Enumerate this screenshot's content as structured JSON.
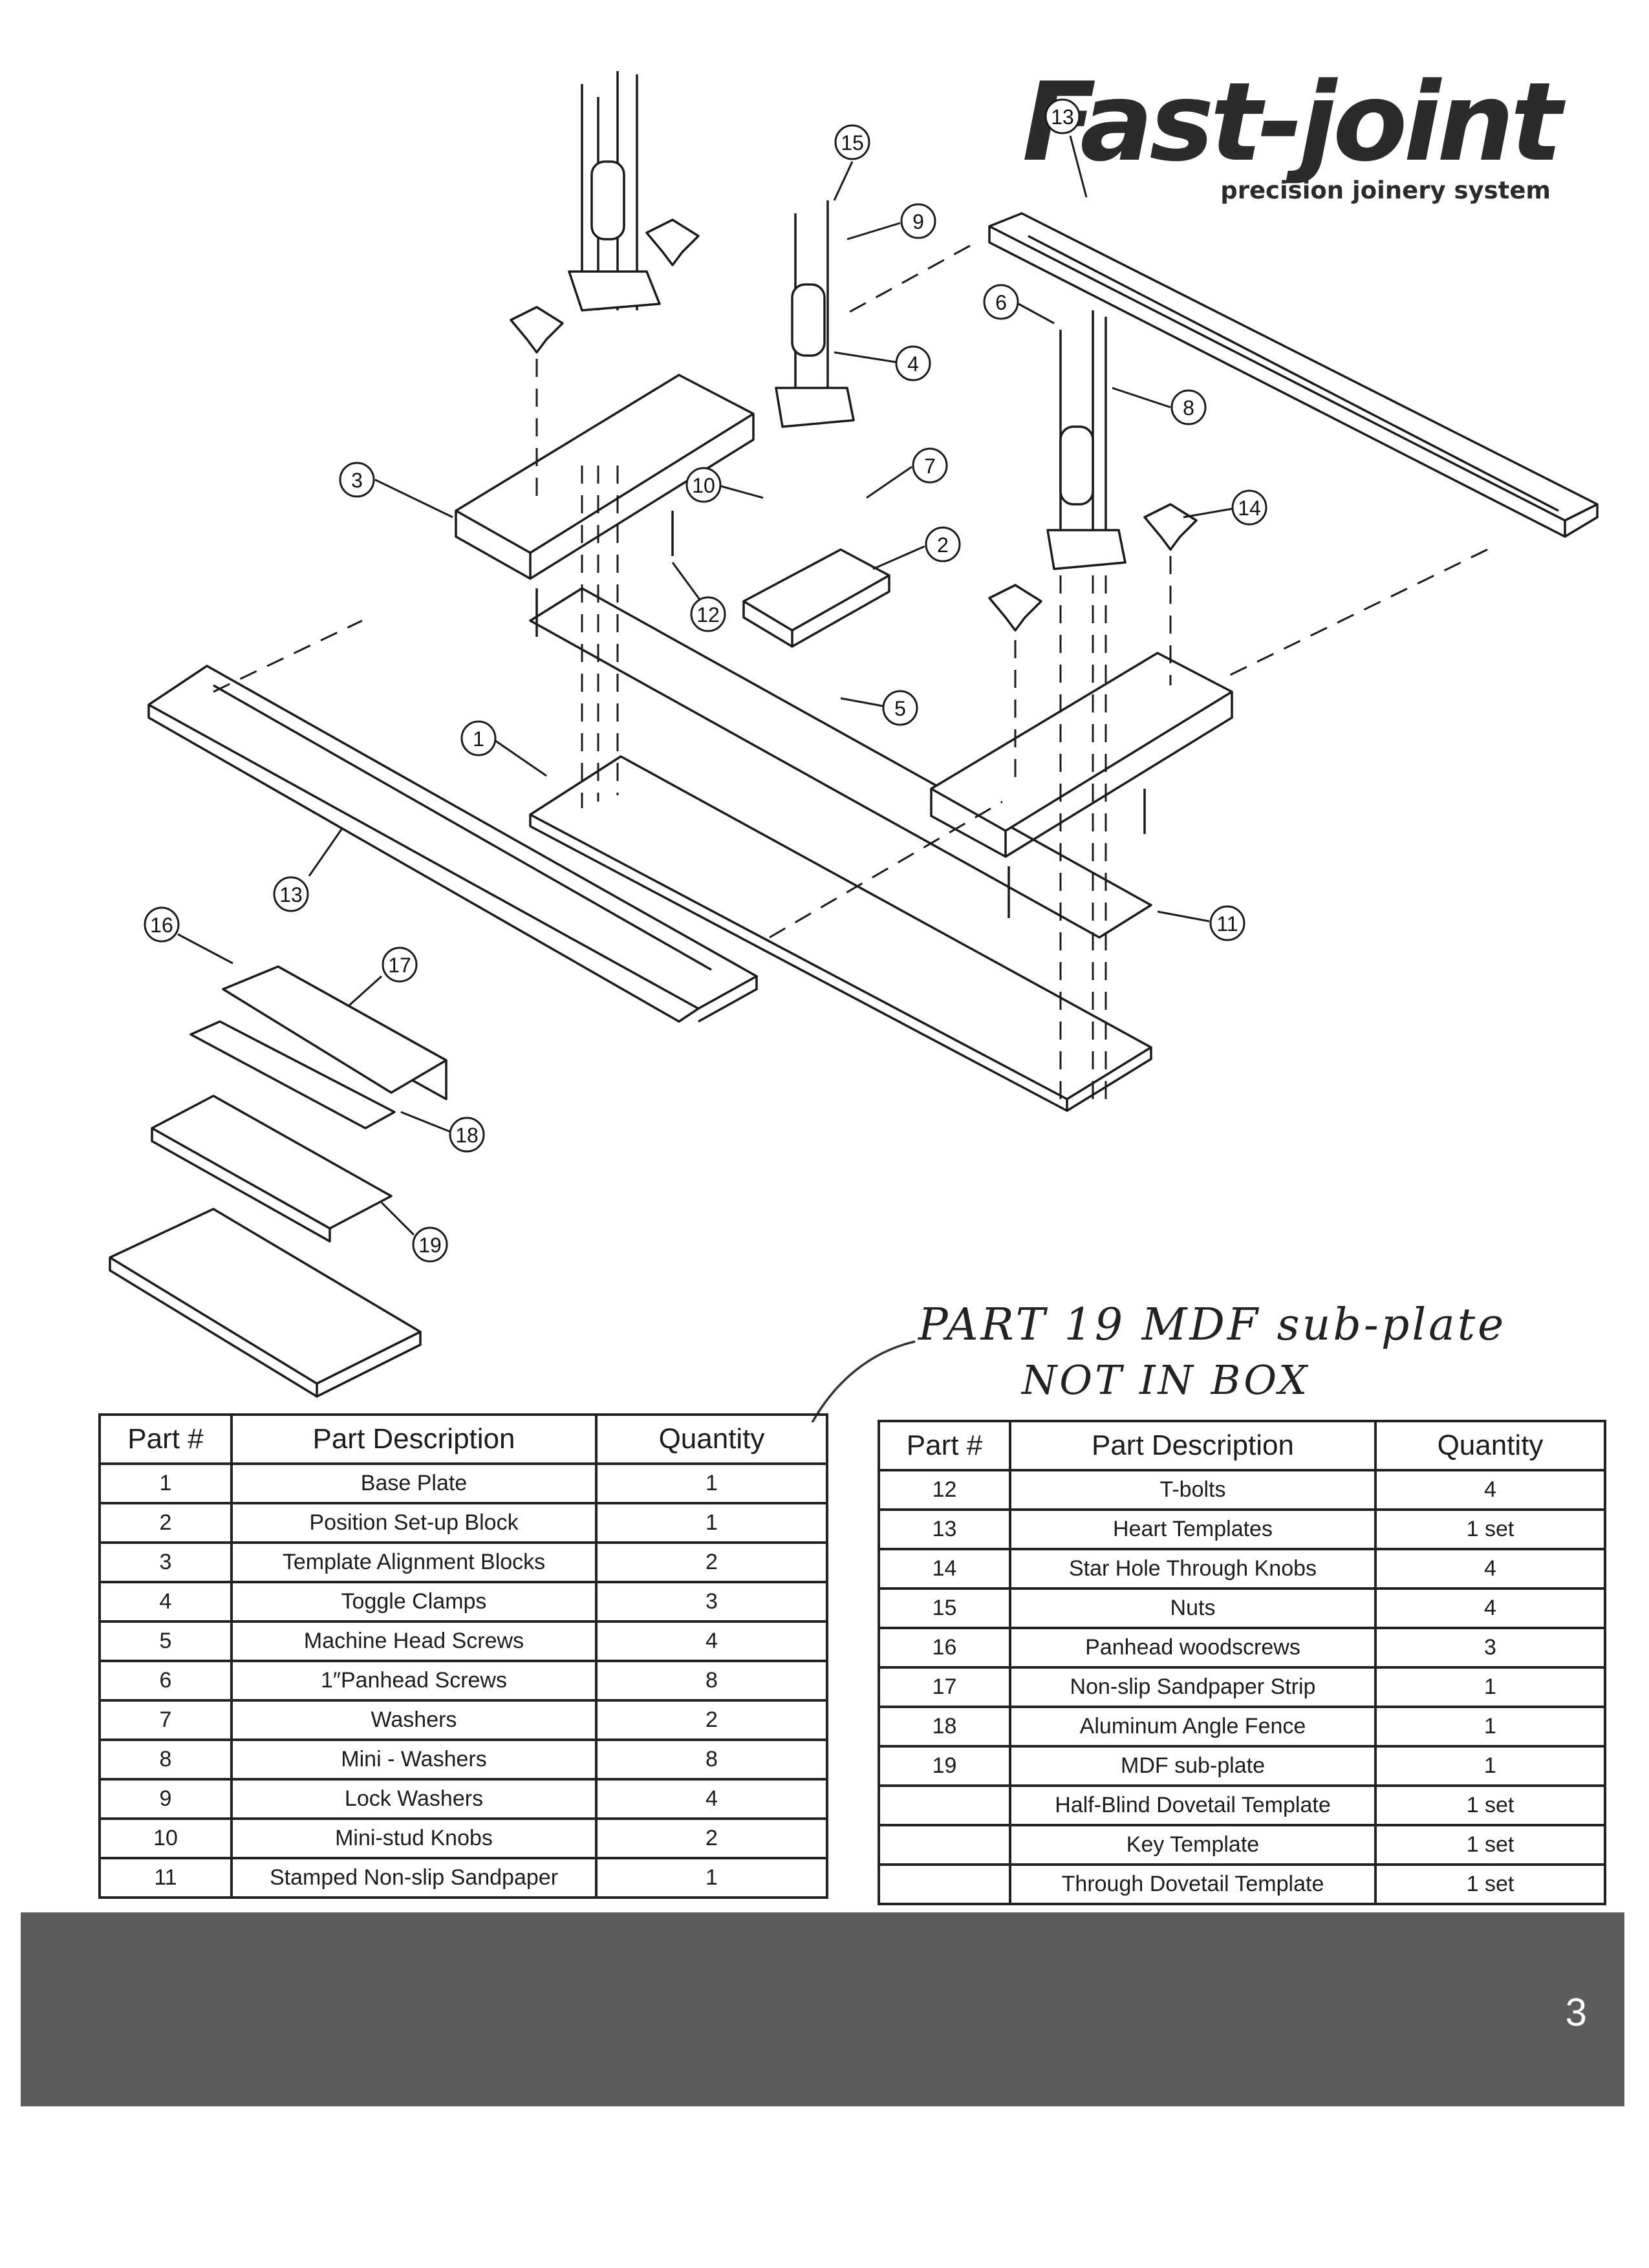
{
  "brand": {
    "title": "Fast-joint",
    "subtitle": "precision joinery system"
  },
  "diagram": {
    "callouts": [
      "1",
      "2",
      "3",
      "4",
      "5",
      "6",
      "7",
      "8",
      "9",
      "10",
      "11",
      "12",
      "13",
      "13",
      "14",
      "15",
      "16",
      "17",
      "18",
      "19"
    ]
  },
  "handwritten_note": {
    "line1": "PART 19 MDF sub-plate",
    "line2": "NOT IN BOX"
  },
  "parts_table": {
    "headers": [
      "Part #",
      "Part Description",
      "Quantity"
    ],
    "left_rows": [
      {
        "num": "1",
        "desc": "Base Plate",
        "qty": "1"
      },
      {
        "num": "2",
        "desc": "Position Set-up Block",
        "qty": "1"
      },
      {
        "num": "3",
        "desc": "Template Alignment Blocks",
        "qty": "2"
      },
      {
        "num": "4",
        "desc": "Toggle Clamps",
        "qty": "3"
      },
      {
        "num": "5",
        "desc": "Machine Head Screws",
        "qty": "4"
      },
      {
        "num": "6",
        "desc": "1″Panhead Screws",
        "qty": "8"
      },
      {
        "num": "7",
        "desc": "Washers",
        "qty": "2"
      },
      {
        "num": "8",
        "desc": "Mini - Washers",
        "qty": "8"
      },
      {
        "num": "9",
        "desc": "Lock Washers",
        "qty": "4"
      },
      {
        "num": "10",
        "desc": "Mini-stud Knobs",
        "qty": "2"
      },
      {
        "num": "11",
        "desc": "Stamped Non-slip Sandpaper",
        "qty": "1"
      }
    ],
    "right_rows": [
      {
        "num": "12",
        "desc": "T-bolts",
        "qty": "4"
      },
      {
        "num": "13",
        "desc": "Heart Templates",
        "qty": "1 set"
      },
      {
        "num": "14",
        "desc": "Star Hole Through Knobs",
        "qty": "4"
      },
      {
        "num": "15",
        "desc": "Nuts",
        "qty": "4"
      },
      {
        "num": "16",
        "desc": "Panhead woodscrews",
        "qty": "3"
      },
      {
        "num": "17",
        "desc": "Non-slip Sandpaper Strip",
        "qty": "1"
      },
      {
        "num": "18",
        "desc": "Aluminum Angle Fence",
        "qty": "1"
      },
      {
        "num": "19",
        "desc": "MDF sub-plate",
        "qty": "1"
      },
      {
        "num": "",
        "desc": "Half-Blind Dovetail Template",
        "qty": "1 set"
      },
      {
        "num": "",
        "desc": "Key Template",
        "qty": "1 set"
      },
      {
        "num": "",
        "desc": "Through Dovetail Template",
        "qty": "1 set"
      }
    ]
  },
  "footer": {
    "page_number": "3",
    "band_color": "#5e5b5c"
  }
}
